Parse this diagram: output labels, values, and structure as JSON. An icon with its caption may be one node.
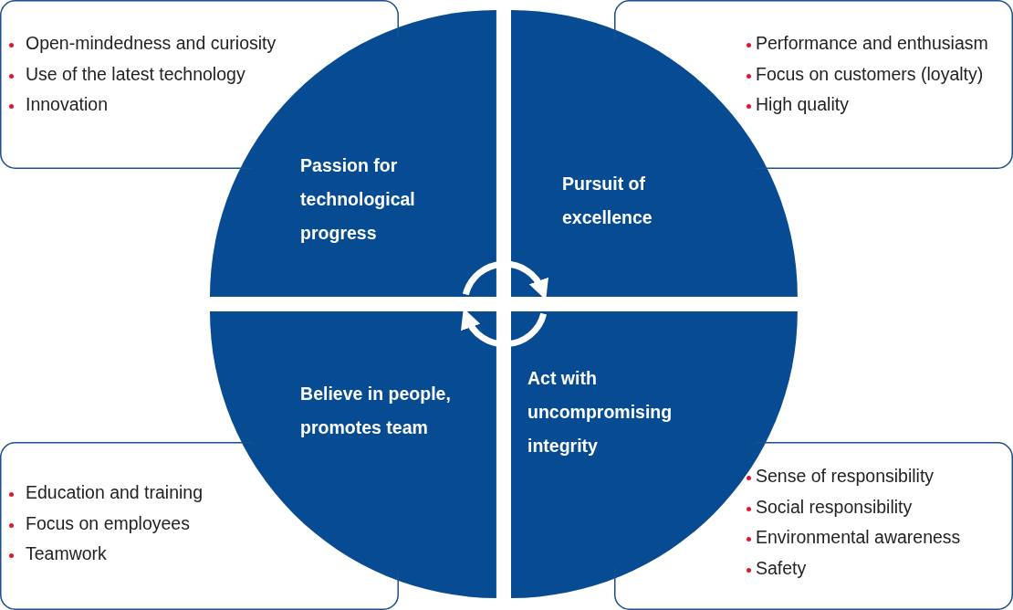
{
  "diagram": {
    "nodes": [
      {
        "text": [
          "Open-mindedness and curiosity",
          "Use of the latest technology",
          "Innovation"
        ]
      },
      {
        "text": [
          "Performance and enthusiasm",
          "Focus on customers (loyalty)",
          "High quality"
        ]
      },
      {
        "text": [
          "Passion for technological progress"
        ]
      },
      {
        "text": [
          "Pursuit of excellence"
        ]
      },
      {
        "text": [
          "Believe in people, promotes team"
        ]
      },
      {
        "text": [
          "Act with uncompromising integrity"
        ]
      },
      {
        "text": [
          "Education and training",
          "Focus on employees",
          "Teamwork"
        ]
      },
      {
        "text": [
          "Sense of responsibility",
          "Social responsibility",
          "Environmental awareness",
          "Safety"
        ]
      }
    ],
    "edges": [
      {
        "from": 2,
        "to": 3,
        "arrow": "to"
      },
      {
        "from": 5,
        "to": 4,
        "arrow": "to"
      }
    ]
  }
}
